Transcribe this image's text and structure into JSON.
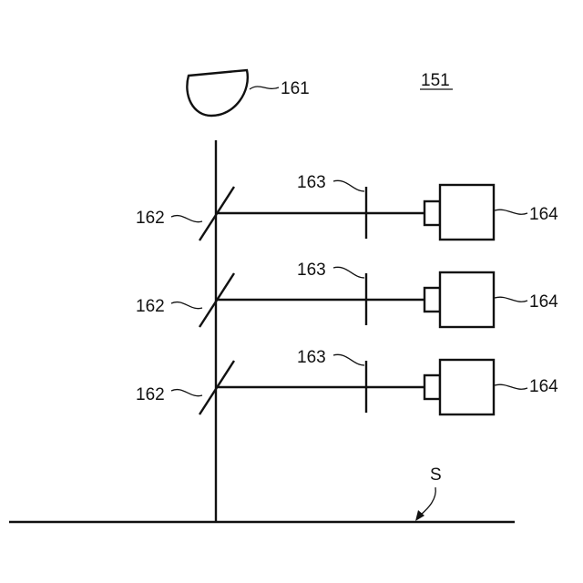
{
  "figure_label": "151",
  "labels": {
    "light_source": "161",
    "surface": "S",
    "rows": [
      {
        "mirror": "162",
        "filter": "163",
        "camera": "164"
      },
      {
        "mirror": "162",
        "filter": "163",
        "camera": "164"
      },
      {
        "mirror": "162",
        "filter": "163",
        "camera": "164"
      }
    ]
  }
}
